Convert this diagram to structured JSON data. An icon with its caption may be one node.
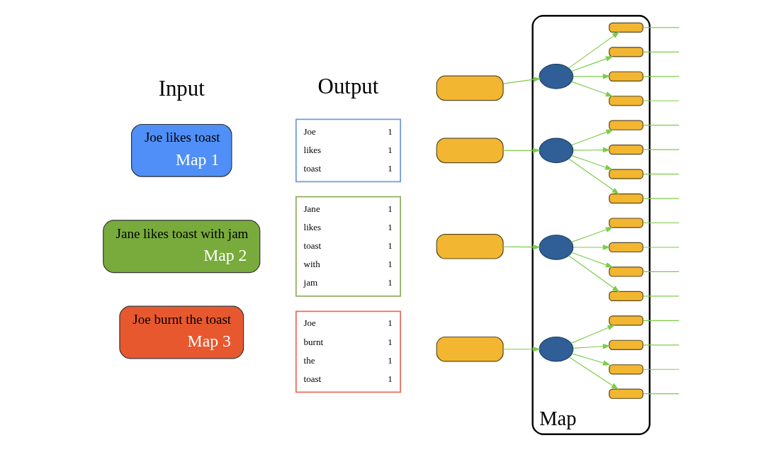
{
  "diagram": {
    "nodes": [
      {
        "text": [
          "Joe likes toast",
          "Map 1"
        ]
      },
      {
        "text": [
          "Jane likes toast with jam",
          "Map 2"
        ]
      },
      {
        "text": [
          "Joe burnt the toast",
          "Map 3"
        ]
      },
      {
        "text": [
          "Joe",
          "1",
          "likes",
          "1",
          "toast",
          "1"
        ]
      },
      {
        "text": [
          "Jane",
          "1",
          "likes",
          "1",
          "toast",
          "1",
          "with",
          "1",
          "jam",
          "1"
        ]
      },
      {
        "text": [
          "Joe",
          "1",
          "burnt",
          "1",
          "the",
          "1",
          "toast",
          "1"
        ]
      },
      {
        "text": [
          "Map"
        ]
      },
      {
        "text": [],
        "shape": "box"
      },
      {
        "text": [],
        "shape": "box"
      },
      {
        "text": [],
        "shape": "box"
      },
      {
        "text": [],
        "shape": "box"
      },
      {
        "text": [],
        "shape": "circle",
        "in": 6
      },
      {
        "text": [],
        "shape": "circle",
        "in": 6
      },
      {
        "text": [],
        "shape": "circle",
        "in": 6
      },
      {
        "text": [],
        "shape": "circle",
        "in": 6
      },
      {
        "text": [],
        "shape": "box",
        "in": 6
      },
      {
        "text": [],
        "shape": "box",
        "in": 6
      },
      {
        "text": [],
        "shape": "box",
        "in": 6
      },
      {
        "text": [],
        "shape": "box",
        "in": 6
      },
      {
        "text": [],
        "shape": "box",
        "in": 6
      },
      {
        "text": [],
        "shape": "box",
        "in": 6
      },
      {
        "text": [],
        "shape": "box",
        "in": 6
      },
      {
        "text": [],
        "shape": "box",
        "in": 6
      },
      {
        "text": [],
        "shape": "box",
        "in": 6
      },
      {
        "text": [],
        "shape": "box",
        "in": 6
      },
      {
        "text": [],
        "shape": "box",
        "in": 6
      },
      {
        "text": [],
        "shape": "box",
        "in": 6
      },
      {
        "text": [],
        "shape": "box",
        "in": 6
      },
      {
        "text": [],
        "shape": "box",
        "in": 6
      },
      {
        "text": [],
        "shape": "box",
        "in": 6
      },
      {
        "text": [],
        "shape": "box",
        "in": 6
      }
    ],
    "edges": [
      {
        "from": 7,
        "to": 11,
        "arrow": "to"
      },
      {
        "from": 8,
        "to": 12,
        "arrow": "to"
      },
      {
        "from": 9,
        "to": 13,
        "arrow": "to"
      },
      {
        "from": 10,
        "to": 14,
        "arrow": "to"
      },
      {
        "from": 11,
        "to": 15,
        "arrow": "to"
      },
      {
        "from": 11,
        "to": 16,
        "arrow": "to"
      },
      {
        "from": 11,
        "to": 17,
        "arrow": "to"
      },
      {
        "from": 11,
        "to": 18,
        "arrow": "to"
      },
      {
        "from": 12,
        "to": 19,
        "arrow": "to"
      },
      {
        "from": 12,
        "to": 20,
        "arrow": "to"
      },
      {
        "from": 12,
        "to": 21,
        "arrow": "to"
      },
      {
        "from": 12,
        "to": 22,
        "arrow": "to"
      },
      {
        "from": 13,
        "to": 23,
        "arrow": "to"
      },
      {
        "from": 13,
        "to": 24,
        "arrow": "to"
      },
      {
        "from": 13,
        "to": 25,
        "arrow": "to"
      },
      {
        "from": 13,
        "to": 26,
        "arrow": "to"
      },
      {
        "from": 14,
        "to": 27,
        "arrow": "to"
      },
      {
        "from": 14,
        "to": 28,
        "arrow": "to"
      },
      {
        "from": 14,
        "to": 29,
        "arrow": "to"
      },
      {
        "from": 14,
        "to": 30,
        "arrow": "to"
      },
      {
        "from": 15,
        "to": null,
        "arrow": "none"
      },
      {
        "from": 16,
        "to": null,
        "arrow": "none"
      },
      {
        "from": 17,
        "to": null,
        "arrow": "none"
      },
      {
        "from": 18,
        "to": null,
        "arrow": "none"
      },
      {
        "from": 19,
        "to": null,
        "arrow": "none"
      },
      {
        "from": 20,
        "to": null,
        "arrow": "none"
      },
      {
        "from": 21,
        "to": null,
        "arrow": "none"
      },
      {
        "from": 22,
        "to": null,
        "arrow": "none"
      },
      {
        "from": 23,
        "to": null,
        "arrow": "none"
      },
      {
        "from": 24,
        "to": null,
        "arrow": "none"
      },
      {
        "from": 25,
        "to": null,
        "arrow": "none"
      },
      {
        "from": 26,
        "to": null,
        "arrow": "none"
      },
      {
        "from": 27,
        "to": null,
        "arrow": "none"
      },
      {
        "from": 28,
        "to": null,
        "arrow": "none"
      },
      {
        "from": 29,
        "to": null,
        "arrow": "none"
      },
      {
        "from": 30,
        "to": null,
        "arrow": "none"
      }
    ],
    "labels": [
      "Input",
      "Output"
    ]
  }
}
